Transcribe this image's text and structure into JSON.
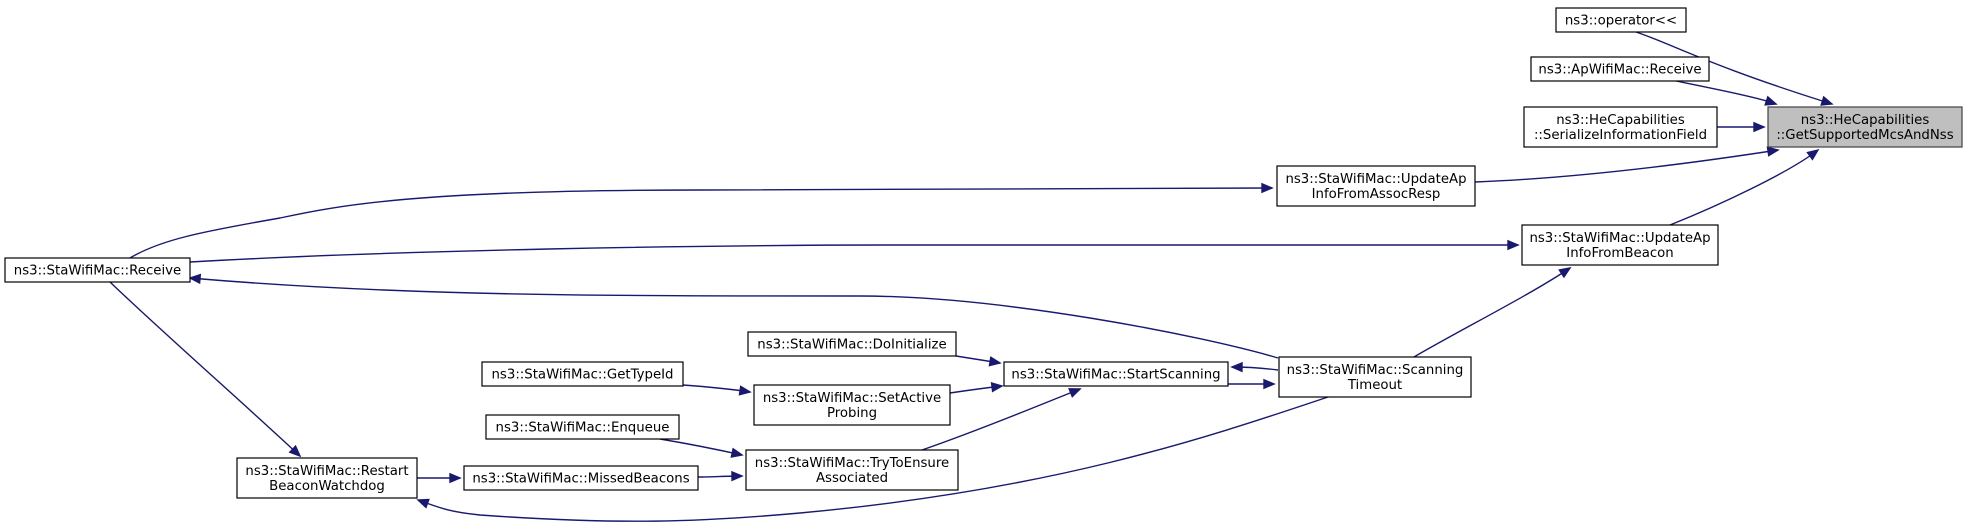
{
  "diagram": {
    "type": "call-graph",
    "colors": {
      "edge": "#191970",
      "focus_fill": "#bfbfbf",
      "node_fill": "#ffffff",
      "node_border": "#000000"
    },
    "nodes": {
      "focus": {
        "lines": [
          "ns3::HeCapabilities",
          "::GetSupportedMcsAndNss"
        ],
        "highlight": true
      },
      "operator_out": {
        "lines": [
          "ns3::operator<<"
        ]
      },
      "ap_receive": {
        "lines": [
          "ns3::ApWifiMac::Receive"
        ]
      },
      "serialize": {
        "lines": [
          "ns3::HeCapabilities",
          "::SerializeInformationField"
        ]
      },
      "update_assoc": {
        "lines": [
          "ns3::StaWifiMac::UpdateAp",
          "InfoFromAssocResp"
        ]
      },
      "update_beacon": {
        "lines": [
          "ns3::StaWifiMac::UpdateAp",
          "InfoFromBeacon"
        ]
      },
      "sta_receive": {
        "lines": [
          "ns3::StaWifiMac::Receive"
        ]
      },
      "scanning_timeout": {
        "lines": [
          "ns3::StaWifiMac::Scanning",
          "Timeout"
        ]
      },
      "start_scanning": {
        "lines": [
          "ns3::StaWifiMac::StartScanning"
        ]
      },
      "do_initialize": {
        "lines": [
          "ns3::StaWifiMac::DoInitialize"
        ]
      },
      "get_type_id": {
        "lines": [
          "ns3::StaWifiMac::GetTypeId"
        ]
      },
      "set_active_probing": {
        "lines": [
          "ns3::StaWifiMac::SetActive",
          "Probing"
        ]
      },
      "enqueue": {
        "lines": [
          "ns3::StaWifiMac::Enqueue"
        ]
      },
      "try_to_ensure": {
        "lines": [
          "ns3::StaWifiMac::TryToEnsure",
          "Associated"
        ]
      },
      "missed_beacons": {
        "lines": [
          "ns3::StaWifiMac::MissedBeacons"
        ]
      },
      "restart_watchdog": {
        "lines": [
          "ns3::StaWifiMac::Restart",
          "BeaconWatchdog"
        ]
      }
    },
    "edges": [
      {
        "from": "operator_out",
        "to": "focus"
      },
      {
        "from": "ap_receive",
        "to": "focus"
      },
      {
        "from": "serialize",
        "to": "focus"
      },
      {
        "from": "update_assoc",
        "to": "focus"
      },
      {
        "from": "update_beacon",
        "to": "focus"
      },
      {
        "from": "sta_receive",
        "to": "update_assoc"
      },
      {
        "from": "sta_receive",
        "to": "update_beacon"
      },
      {
        "from": "scanning_timeout",
        "to": "update_beacon"
      },
      {
        "from": "scanning_timeout",
        "to": "sta_receive"
      },
      {
        "from": "scanning_timeout",
        "to": "start_scanning"
      },
      {
        "from": "start_scanning",
        "to": "scanning_timeout"
      },
      {
        "from": "do_initialize",
        "to": "start_scanning"
      },
      {
        "from": "set_active_probing",
        "to": "start_scanning"
      },
      {
        "from": "try_to_ensure",
        "to": "start_scanning"
      },
      {
        "from": "get_type_id",
        "to": "set_active_probing"
      },
      {
        "from": "enqueue",
        "to": "try_to_ensure"
      },
      {
        "from": "missed_beacons",
        "to": "try_to_ensure"
      },
      {
        "from": "restart_watchdog",
        "to": "missed_beacons"
      },
      {
        "from": "sta_receive",
        "to": "restart_watchdog"
      },
      {
        "from": "scanning_timeout",
        "to": "restart_watchdog"
      }
    ]
  }
}
